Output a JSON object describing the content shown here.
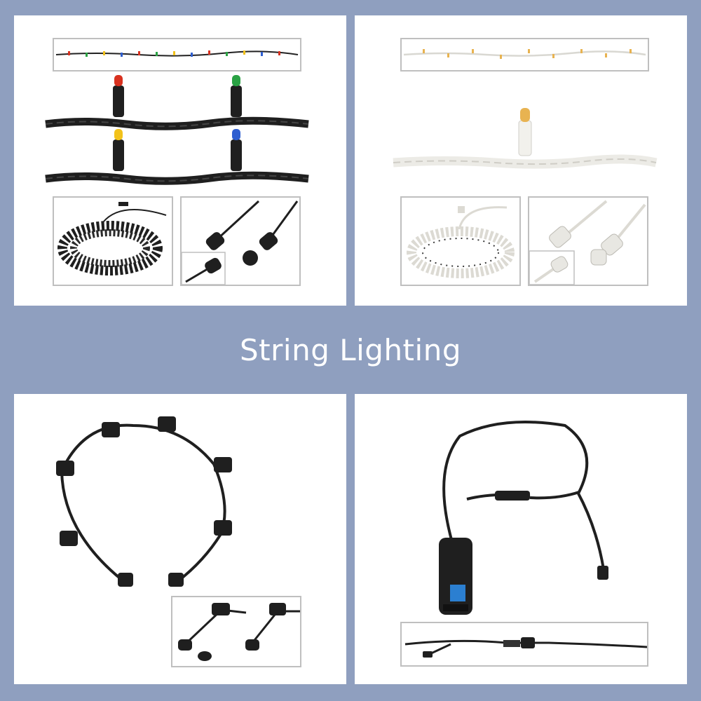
{
  "banner": {
    "title": "String Lighting"
  },
  "colors": {
    "frame": "#8f9fbf",
    "panel": "#ffffff",
    "cable_dark": "#1f1f1f",
    "cable_white": "#ecebe6",
    "inset_border": "#bfbfbf",
    "bulb_red": "#d8311f",
    "bulb_green": "#2aa244",
    "bulb_yellow": "#f2c21b",
    "bulb_blue": "#2f5fd0",
    "bulb_warm": "#e8b351",
    "plug_blue": "#2b7fd1"
  },
  "products": [
    {
      "id": "multicolour-string-black-cable",
      "icons": [
        "light-string-icon",
        "bulb-closeup-icon",
        "coiled-string-icon",
        "connector-icon",
        "end-cap-icon"
      ]
    },
    {
      "id": "warm-white-string-white-cable",
      "icons": [
        "light-string-icon",
        "bulb-closeup-icon",
        "coiled-string-icon",
        "connector-icon",
        "end-cap-icon"
      ]
    },
    {
      "id": "multi-way-splitter-cable",
      "icons": [
        "splitter-icon",
        "t-connector-icon",
        "end-cap-icon"
      ]
    },
    {
      "id": "power-lead-with-industrial-plug",
      "icons": [
        "industrial-plug-icon",
        "inline-transformer-icon",
        "lead-icon"
      ]
    }
  ]
}
